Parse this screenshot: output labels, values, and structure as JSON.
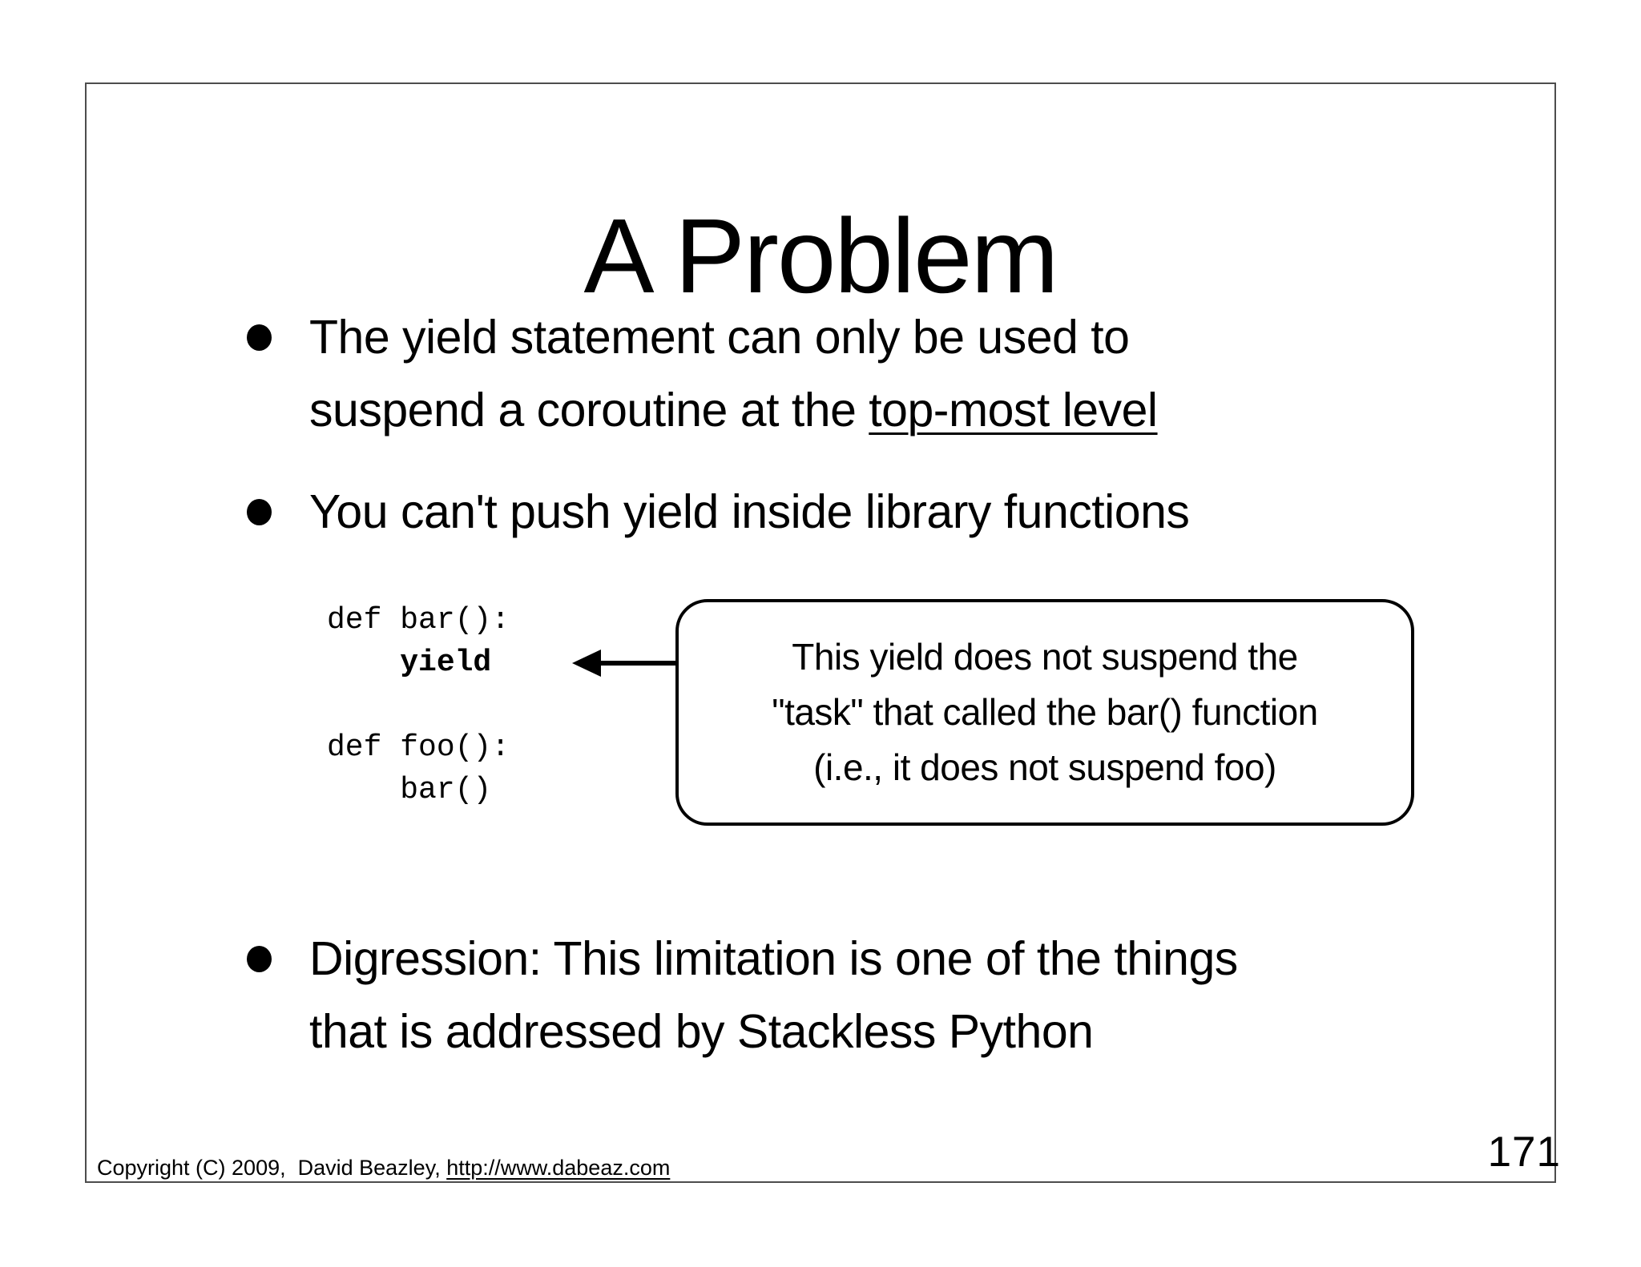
{
  "slide": {
    "title": "A Problem",
    "bullets": {
      "b1_line1": "The yield statement can only be used to",
      "b1_line2_pre": "suspend a coroutine at the ",
      "b1_line2_underlined": "top-most level",
      "b2": "You can't push yield inside library functions",
      "b3_line1": "Digression: This limitation is one of the things",
      "b3_line2": "that is addressed by Stackless Python"
    },
    "code": {
      "line1": "def bar():",
      "line2_indent": "    ",
      "line2_keyword": "yield",
      "line3": "",
      "line4": "def foo():",
      "line5": "    bar()"
    },
    "callout": {
      "line1": "This yield does not suspend the",
      "line2": "\"task\" that called the bar() function",
      "line3": "(i.e., it does not suspend foo)"
    },
    "footer": {
      "copyright": "Copyright (C) 2009,  David Beazley, ",
      "link": "http://www.dabeaz.com"
    },
    "page_number": "171",
    "colors": {
      "text": "#000000",
      "frame_border": "#4d4d4d",
      "callout_border": "#000000",
      "background": "#ffffff"
    },
    "icons": {
      "arrow": "left-arrow"
    }
  }
}
